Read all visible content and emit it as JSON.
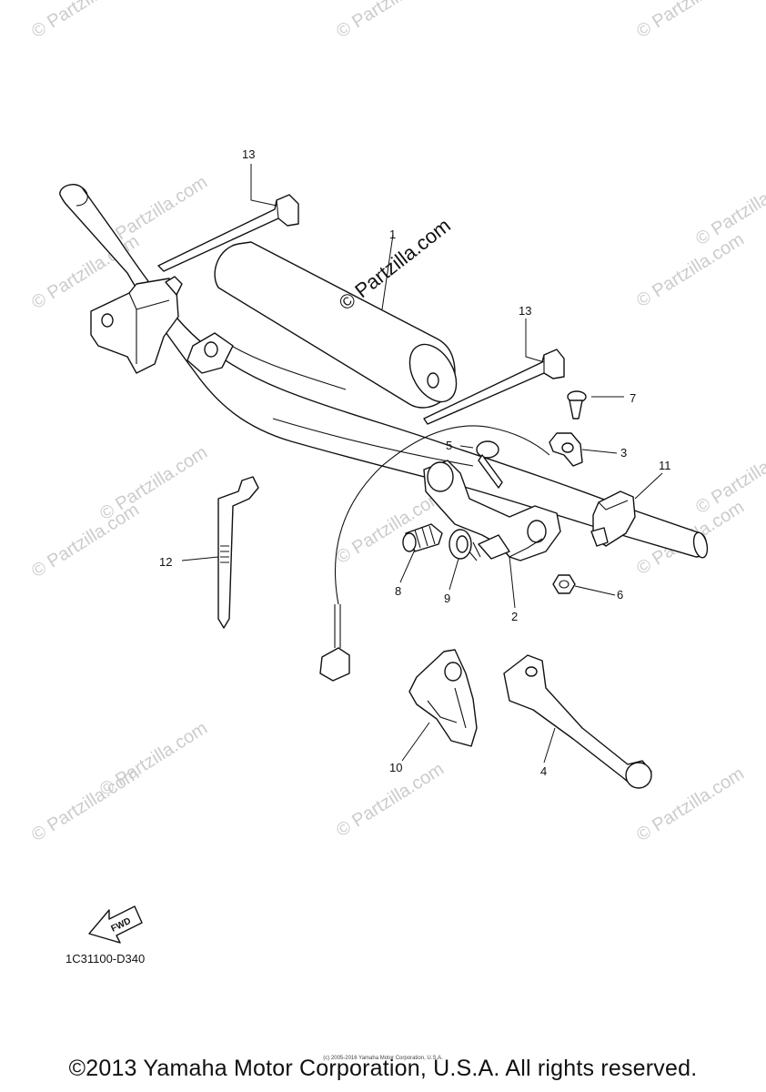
{
  "watermarks": [
    "© Partzilla.com",
    "© Partzilla.com",
    "© Partzilla.com",
    "© Partzilla.com",
    "© Partzilla.com",
    "© Partzilla.com",
    "© Partzilla.com",
    "© Partzilla.com",
    "© Partzilla.com",
    "© Partzilla.com",
    "© Partzilla.com",
    "© Partzilla.com",
    "© Partzilla.com",
    "© Partzilla.com",
    "© Partzilla.com",
    "© Partzilla.com"
  ],
  "center_watermark": "© Partzilla.com",
  "callouts": {
    "c1": "1",
    "c2": "2",
    "c3": "3",
    "c4": "4",
    "c5": "5",
    "c6": "6",
    "c7": "7",
    "c8": "8",
    "c9": "9",
    "c10": "10",
    "c11": "11",
    "c12": "12",
    "c13a": "13",
    "c13b": "13"
  },
  "fwd_label": "FWD",
  "diagram_code": "1C31100-D340",
  "tiny_copyright": "(c) 2005-2016 Yamaha Motor Corporation, U.S.A.",
  "copyright": "©2013 Yamaha Motor Corporation, U.S.A. All rights reserved.",
  "colors": {
    "line": "#111111",
    "watermark": "#cccccc",
    "background": "#ffffff"
  }
}
